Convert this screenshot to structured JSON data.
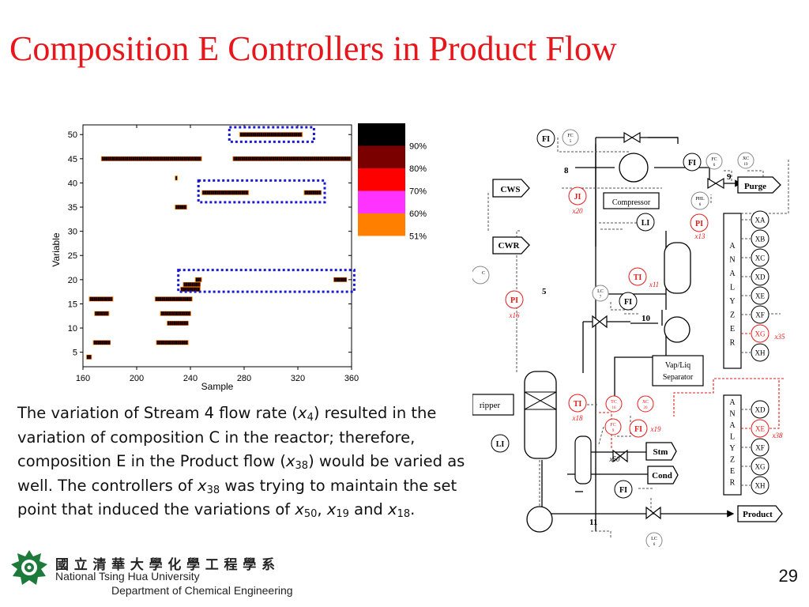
{
  "slide": {
    "title": "Composition E Controllers in Product Flow",
    "page_number": "29",
    "body": {
      "s1": "The variation of Stream 4 flow rate (",
      "v1": "x",
      "v1_sub": "4",
      "s2": ") resulted in the variation of composition C in the reactor; therefore, composition E in the Product flow (",
      "v2": "x",
      "v2_sub": "38",
      "s3": ") would be varied as well. The controllers of ",
      "v3": "x",
      "v3_sub": "38",
      "s4": " was trying to maintain the set point that induced the variations of ",
      "v4": "x",
      "v4_sub": "50",
      "s5": ", ",
      "v5": "x",
      "v5_sub": "19",
      "s6": " and ",
      "v6": "x",
      "v6_sub": "18",
      "s7": "."
    }
  },
  "footer": {
    "chinese_name": "國 立 清 華 大 學 化 學 工 程 學 系",
    "university": "National Tsing Hua University",
    "department": "Department of Chemical Engineering"
  },
  "chart_data": {
    "type": "heatmap",
    "xlabel": "Sample",
    "ylabel": "Variable",
    "xlim": [
      160,
      360
    ],
    "ylim": [
      2,
      52
    ],
    "x_ticks": [
      "160",
      "200",
      "240",
      "280",
      "320",
      "360"
    ],
    "y_ticks": [
      "5",
      "10",
      "15",
      "20",
      "25",
      "30",
      "35",
      "40",
      "45",
      "50"
    ],
    "legend": {
      "colors": [
        "#000000",
        "#7a0000",
        "#ff0000",
        "#ff33ff",
        "#ff8000"
      ],
      "labels": [
        "90%",
        "80%",
        "70%",
        "60%",
        "51%"
      ]
    },
    "highlight_color": "#1a1ad6",
    "segments": [
      {
        "var": 50,
        "x0": 277,
        "x1": 323
      },
      {
        "var": 45,
        "x0": 174,
        "x1": 248
      },
      {
        "var": 45,
        "x0": 272,
        "x1": 359
      },
      {
        "var": 41,
        "x0": 229,
        "x1": 230
      },
      {
        "var": 38,
        "x0": 249,
        "x1": 283
      },
      {
        "var": 38,
        "x0": 325,
        "x1": 337
      },
      {
        "var": 35,
        "x0": 229,
        "x1": 237
      },
      {
        "var": 20,
        "x0": 244,
        "x1": 248
      },
      {
        "var": 20,
        "x0": 347,
        "x1": 356
      },
      {
        "var": 19,
        "x0": 235,
        "x1": 247
      },
      {
        "var": 18,
        "x0": 233,
        "x1": 247
      },
      {
        "var": 16,
        "x0": 165,
        "x1": 182
      },
      {
        "var": 16,
        "x0": 214,
        "x1": 241
      },
      {
        "var": 13,
        "x0": 169,
        "x1": 179
      },
      {
        "var": 13,
        "x0": 218,
        "x1": 240
      },
      {
        "var": 11,
        "x0": 223,
        "x1": 238
      },
      {
        "var": 7,
        "x0": 168,
        "x1": 180
      },
      {
        "var": 7,
        "x0": 215,
        "x1": 238
      },
      {
        "var": 4,
        "x0": 163,
        "x1": 166
      }
    ],
    "highlight_boxes": [
      {
        "x0": 269,
        "x1": 332,
        "y0": 48.5,
        "y1": 51.5
      },
      {
        "x0": 246,
        "x1": 340,
        "y0": 36,
        "y1": 40.5
      },
      {
        "x0": 231,
        "x1": 362,
        "y0": 17.5,
        "y1": 22
      }
    ]
  },
  "diagram": {
    "instruments": {
      "fi": "FI",
      "fc": "FC",
      "fc_num": "5",
      "fi9": "FI",
      "fc6": "FC",
      "fc6_num": "6",
      "xc": "XC",
      "xc_num": "19",
      "ji": "JI",
      "ji_var": "x20",
      "phl": "PHL",
      "phl_num": "6",
      "pi": "PI",
      "pi_var": "x13",
      "li": "LI",
      "ti": "TI",
      "ti_var": "x11",
      "lc": "LC",
      "lc_num": "7",
      "fi10": "FI",
      "pi16": "PI",
      "pi16_var": "x16",
      "ti18": "TI",
      "ti18_var": "x18",
      "tc": "TC",
      "tc_num": "16",
      "xc20": "XC",
      "xc20_num": "20",
      "fc9": "FC",
      "fc9_num": "9",
      "fi19": "FI",
      "fi19_var": "x19",
      "x50": "x50",
      "li2": "LI",
      "fi11": "FI",
      "lc6": "LC",
      "lc6_num": "6",
      "lc_partial": "C"
    },
    "streams": {
      "s8": "8",
      "s9": "9",
      "s5": "5",
      "s10": "10",
      "s11": "11"
    },
    "labels": {
      "cws": "CWS",
      "cwr": "CWR",
      "purge": "Purge",
      "compressor": "Compressor",
      "separator": "Vap/Liq Separator",
      "separator_l1": "Vap/Liq",
      "separator_l2": "Separator",
      "stripper": "ripper",
      "stm": "Stm",
      "cond": "Cond",
      "product": "Product",
      "analyzer": "ANALYZER"
    },
    "analyzer1": [
      "XA",
      "XB",
      "XC",
      "XD",
      "XE",
      "XF",
      "XG",
      "XH"
    ],
    "analyzer1_var": "x35",
    "analyzer2": [
      "XD",
      "XE",
      "XF",
      "XG",
      "XH"
    ],
    "analyzer2_var": "x38"
  }
}
